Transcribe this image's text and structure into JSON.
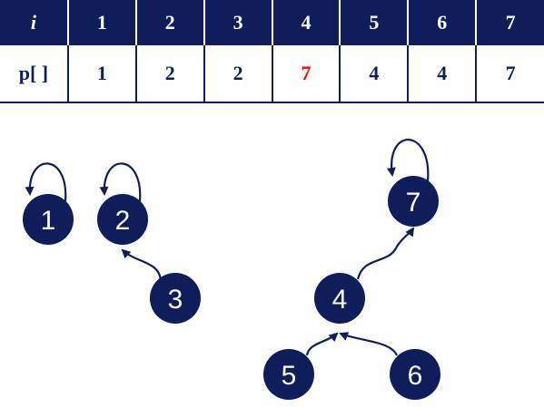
{
  "table": {
    "header_label": "i",
    "row_label": "p[ ]",
    "indices": [
      "1",
      "2",
      "3",
      "4",
      "5",
      "6",
      "7"
    ],
    "parents": [
      "1",
      "2",
      "2",
      "7",
      "4",
      "4",
      "7"
    ],
    "highlight_index": 3,
    "highlight_color": "#ff0000"
  },
  "nodes": [
    "1",
    "2",
    "3",
    "4",
    "5",
    "6",
    "7"
  ],
  "edges": [
    {
      "from": "1",
      "to": "1"
    },
    {
      "from": "2",
      "to": "2"
    },
    {
      "from": "3",
      "to": "2"
    },
    {
      "from": "4",
      "to": "7"
    },
    {
      "from": "5",
      "to": "4"
    },
    {
      "from": "6",
      "to": "4"
    },
    {
      "from": "7",
      "to": "7"
    }
  ],
  "colors": {
    "primary": "#0d1e5a",
    "background": "#ffffff"
  }
}
